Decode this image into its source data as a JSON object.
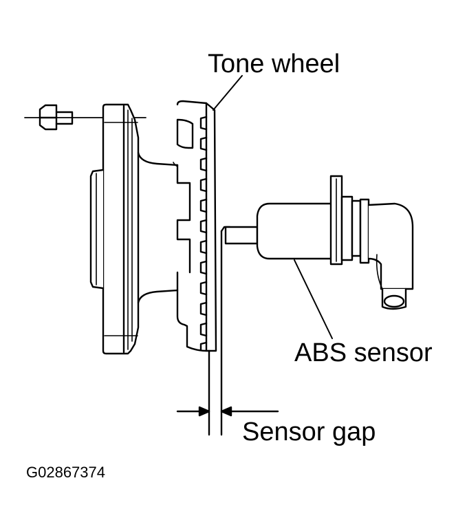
{
  "labels": {
    "tone_wheel": "Tone wheel",
    "abs_sensor": "ABS sensor",
    "sensor_gap": "Sensor gap",
    "figure_code": "G02867374"
  },
  "colors": {
    "ink": "#000000",
    "paper": "#ffffff"
  }
}
